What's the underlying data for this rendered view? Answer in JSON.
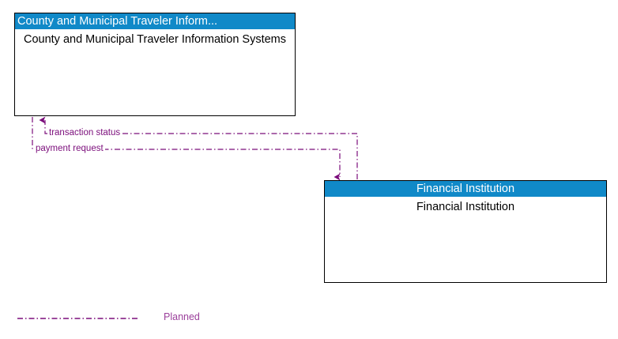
{
  "diagram": {
    "background_color": "#ffffff",
    "header_color": "#1089c8",
    "header_text_color": "#ffffff",
    "flow_color": "#7b0d7b",
    "legend_label_color": "#9b3f9b",
    "box_border_color": "#000000"
  },
  "entities": [
    {
      "id": "cmtis",
      "header": "County and Municipal Traveler Inform...",
      "title": "County and Municipal Traveler Information Systems",
      "header_align": "left"
    },
    {
      "id": "financial_institution",
      "header": "Financial Institution",
      "title": "Financial Institution",
      "header_align": "center"
    }
  ],
  "flows": [
    {
      "id": "transaction-status",
      "label": "transaction status",
      "from": "financial_institution",
      "to": "cmtis",
      "style": "planned"
    },
    {
      "id": "payment-request",
      "label": "payment request",
      "from": "cmtis",
      "to": "financial_institution",
      "style": "planned"
    }
  ],
  "legend": {
    "items": [
      {
        "label": "Planned",
        "line_style": "dash-dot"
      }
    ]
  }
}
